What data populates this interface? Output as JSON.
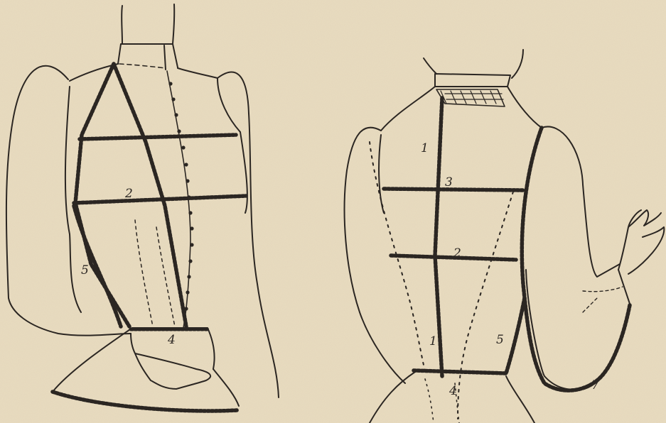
{
  "figure": {
    "paper_color": "#e9dcc0",
    "ink_color": "#2b2622",
    "front_view": {
      "labels": {
        "n2": "2",
        "n4": "4",
        "n5": "5"
      }
    },
    "back_view": {
      "labels": {
        "n1_upper": "1",
        "n3": "3",
        "n2": "2",
        "n1_lower": "1",
        "n5": "5",
        "n4": "4",
        "n7": "7"
      }
    }
  }
}
